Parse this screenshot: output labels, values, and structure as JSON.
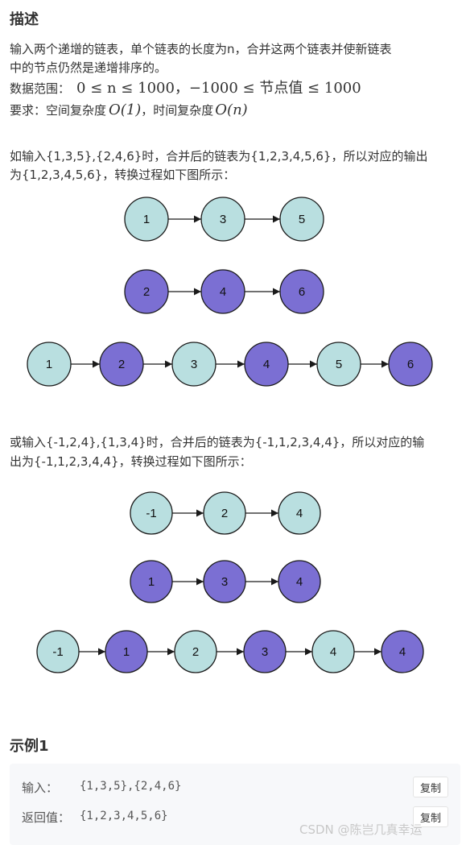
{
  "desc": {
    "title": "描述",
    "line1": "输入两个递增的链表，单个链表的长度为n，合并这两个链表并使新链表",
    "line2": "中的节点仍然是递增排序的。",
    "range_label": "数据范围：",
    "range_math": "0 ≤ n ≤ 1000，−1000 ≤ 节点值 ≤ 1000",
    "req_label": "要求：空间复杂度",
    "req_space": "O(1)",
    "req_mid": "，时间复杂度",
    "req_time": "O(n)",
    "ex_a_line1": "如输入{1,3,5},{2,4,6}时，合并后的链表为{1,2,3,4,5,6}，所以对应的输出",
    "ex_a_line2": "为{1,2,3,4,5,6}，转换过程如下图所示：",
    "ex_b_line1": "或输入{-1,2,4},{1,3,4}时，合并后的链表为{-1,1,2,3,4,4}，所以对应的输",
    "ex_b_line2": "出为{-1,1,2,3,4,4}，转换过程如下图所示："
  },
  "colors": {
    "list_a": "#b9dfe0",
    "list_b": "#7b6fd3",
    "stroke": "#1a1a1a"
  },
  "diagram1": {
    "list_a": [
      "1",
      "3",
      "5"
    ],
    "list_b": [
      "2",
      "4",
      "6"
    ],
    "merged": [
      [
        "1",
        "a"
      ],
      [
        "2",
        "b"
      ],
      [
        "3",
        "a"
      ],
      [
        "4",
        "b"
      ],
      [
        "5",
        "a"
      ],
      [
        "6",
        "b"
      ]
    ]
  },
  "diagram2": {
    "list_a": [
      "-1",
      "2",
      "4"
    ],
    "list_b": [
      "1",
      "3",
      "4"
    ],
    "merged": [
      [
        "-1",
        "a"
      ],
      [
        "1",
        "b"
      ],
      [
        "2",
        "a"
      ],
      [
        "3",
        "b"
      ],
      [
        "4",
        "a"
      ],
      [
        "4",
        "b"
      ]
    ]
  },
  "example": {
    "title": "示例1",
    "input_label": "输入：",
    "input_value": "{1,3,5},{2,4,6}",
    "output_label": "返回值：",
    "output_value": "{1,2,3,4,5,6}",
    "copy_label": "复制"
  },
  "watermark": "CSDN @陈岂几真幸运"
}
